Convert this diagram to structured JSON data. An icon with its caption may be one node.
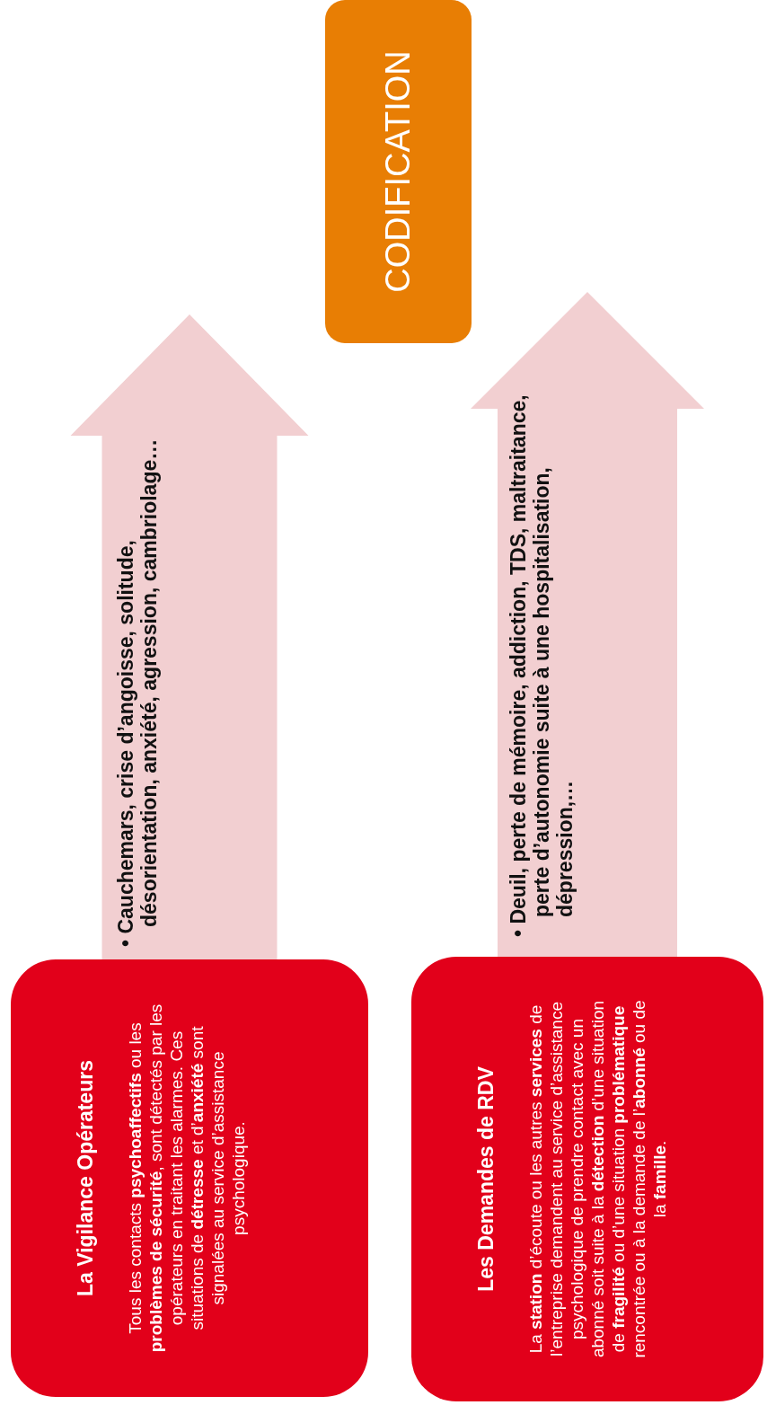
{
  "diagram": {
    "nodes": [
      {
        "text": [
          "La Vigilance Opérateurs",
          "Tous les contacts **psychoaffectifs** ou les **problèmes de sécurité**, sont détectés par les opérateurs en traitant les alarmes. Ces situations de **détresse** et d’**anxiété** sont signalées au service d’assistance psychologique."
        ]
      },
      {
        "text": [
          "Les Demandes de RDV",
          "La **station** d’écoute ou les autres **services** de l’entreprise demandent au service d’assistance psychologique de prendre contact avec un abonné soit suite à la **détection** d’une situation de **fragilité** ou d’une situation **problématique** rencontrée ou à la demande de l’**abonné** ou de la **famille**."
        ]
      },
      {
        "text": [
          "CODIFICATION"
        ]
      }
    ],
    "edges": [
      {
        "from": 0,
        "to": 2,
        "arrow": "to",
        "style": "thick",
        "color": "#f2cfd1",
        "label": "• Cauchemars, crise d’angoisse, solitude, désorientation, anxiété, agression, cambriolage…"
      },
      {
        "from": 1,
        "to": 2,
        "arrow": "to",
        "style": "thick",
        "color": "#f2cfd1",
        "label": "• Deuil, perte de mémoire, addiction, TDS, maltraitance, perte d’autonomie suite à une hospitalisation, dépression,…"
      }
    ]
  }
}
